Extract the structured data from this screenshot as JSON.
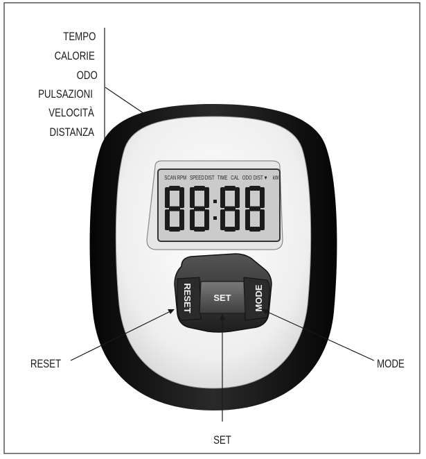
{
  "mode_labels": [
    "TEMPO",
    "CALORIE",
    "ODO",
    "PULSAZIONI",
    "VELOCITÀ",
    "DISTANZA"
  ],
  "lcd": {
    "indicators": [
      "SCAN",
      "RPM",
      "SPEED",
      "DIST",
      "TIME",
      "CAL",
      "ODO",
      "DIST",
      "♥",
      "kW"
    ],
    "digits": "8888"
  },
  "buttons": {
    "set": "SET",
    "reset": "RESET",
    "mode": "MODE"
  },
  "callouts": {
    "reset": "RESET",
    "set": "SET",
    "mode": "MODE"
  },
  "colors": {
    "console_body": "#141414",
    "face_plate": "#f2f2f2",
    "lcd_screen": "#c9c9c9",
    "button_pad": "#3a3a3a",
    "set_button": "#5a5a5a",
    "ink": "#1a1a1a"
  }
}
